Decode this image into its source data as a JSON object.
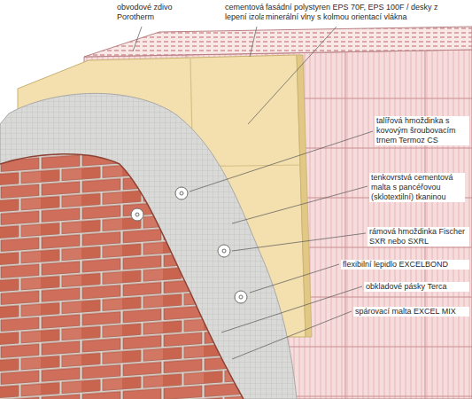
{
  "diagram": {
    "labels": [
      "obvodové zdivo Porotherm",
      "cementová malta pro lepení izolantu",
      "fasádní polystyren EPS 70F, EPS 100F / desky z minerální vlny s kolmou orientací vlákna",
      "talířová hmoždinka s kovovým šroubovacím trnem Termoz CS",
      "tenkovrstvá cementová malta s pancéřovou (sklotextilní) tkaninou",
      "rámová hmoždinka Fischer SXR nebo SXRL",
      "flexibilní lepidlo EXCELBOND",
      "obkladové pásky Terca",
      "spárovací malta EXCEL MIX"
    ]
  }
}
